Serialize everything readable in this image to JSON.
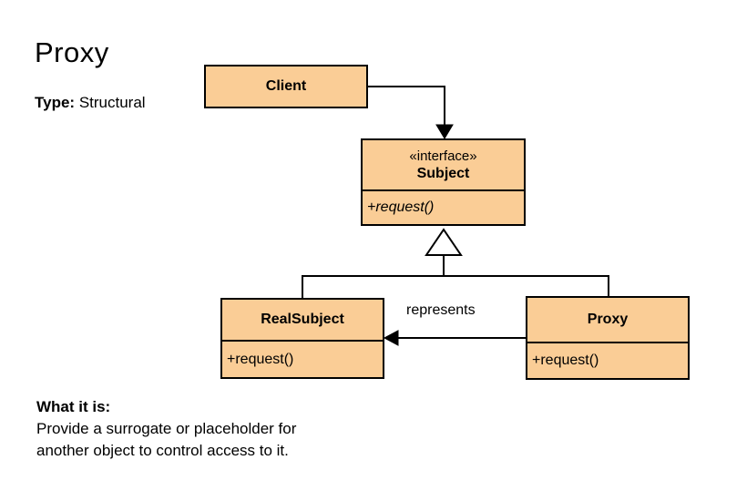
{
  "page": {
    "title": "Proxy",
    "type_label": "Type:",
    "type_value": "Structural"
  },
  "classes": {
    "client": {
      "name": "Client"
    },
    "subject": {
      "stereotype": "«interface»",
      "name": "Subject",
      "methods": [
        "+request()"
      ]
    },
    "realsubject": {
      "name": "RealSubject",
      "methods": [
        "+request()"
      ]
    },
    "proxy": {
      "name": "Proxy",
      "methods": [
        "+request()"
      ]
    }
  },
  "relations": {
    "represents_label": "represents"
  },
  "description": {
    "heading": "What it is:",
    "line1": "Provide a surrogate or placeholder for",
    "line2": "another object to control access to it."
  },
  "colors": {
    "box_fill": "#FACD96",
    "box_border": "#000000",
    "background": "#FFFFFF",
    "text_color": "#000000"
  }
}
